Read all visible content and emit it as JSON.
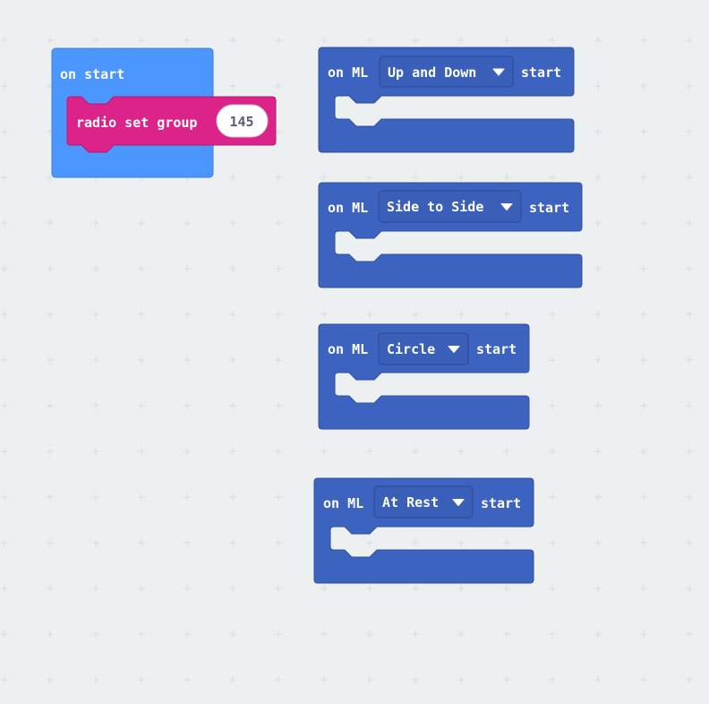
{
  "workspace": {
    "on_start": {
      "label": "on start",
      "color": "#4c97ff",
      "child": {
        "label": "radio set group",
        "value": "145",
        "color": "#dc2389"
      }
    },
    "ml_blocks": [
      {
        "prefix": "on ML",
        "option": "Up and Down",
        "suffix": "start"
      },
      {
        "prefix": "on ML",
        "option": "Side to Side",
        "suffix": "start"
      },
      {
        "prefix": "on ML",
        "option": "Circle",
        "suffix": "start"
      },
      {
        "prefix": "on ML",
        "option": "At Rest",
        "suffix": "start"
      }
    ],
    "ml_color": "#3c63c0",
    "dropdown_arrow_icon": "caret-down-icon"
  }
}
